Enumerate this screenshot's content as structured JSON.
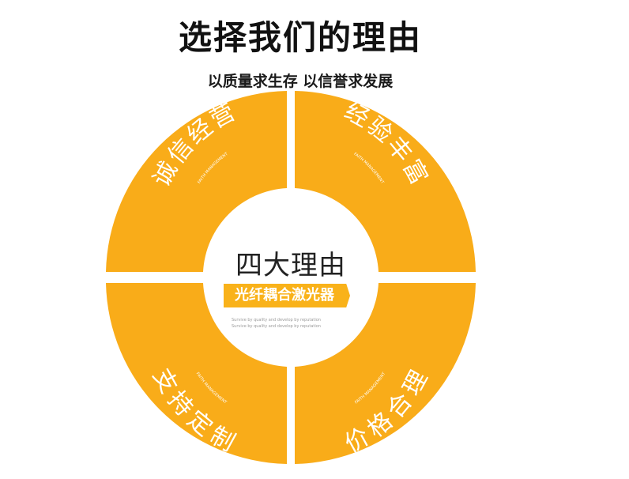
{
  "header": {
    "title": "选择我们的理由",
    "subtitle": "以质量求生存 以信誉求发展"
  },
  "center": {
    "title": "四大理由",
    "banner": "光纤耦合激光器",
    "small_lines": [
      "Survive by quality and develop by reputation",
      "Survive by quality and develop by reputation"
    ]
  },
  "segments": [
    {
      "label": "诚信经营",
      "sub": "FAITH MANAGEMENT"
    },
    {
      "label": "经验丰富",
      "sub": "FAITH MANAGEMENT"
    },
    {
      "label": "支持定制",
      "sub": "FAITH MANAGEMENT"
    },
    {
      "label": "价格合理",
      "sub": "FAITH MANAGEMENT"
    }
  ],
  "colors": {
    "segment": "#f9ac19",
    "segment_text": "#ffffff",
    "banner": "#f9b21a"
  }
}
